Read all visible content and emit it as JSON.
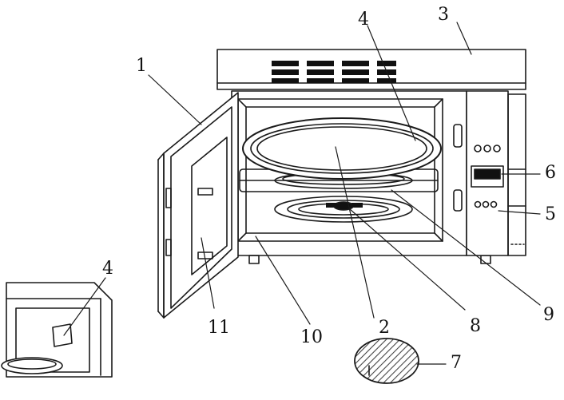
{
  "diagram": {
    "colors": {
      "stroke": "#1a1a1a",
      "fill": "#ffffff",
      "dark": "#111111",
      "hatch": "#444444"
    },
    "callouts": {
      "c1": "1",
      "c2": "2",
      "c3": "3",
      "c4_main": "4",
      "c4_inset": "4",
      "c5": "5",
      "c6": "6",
      "c7": "7",
      "c8": "8",
      "c9": "9",
      "c10": "10",
      "c11": "11"
    }
  }
}
